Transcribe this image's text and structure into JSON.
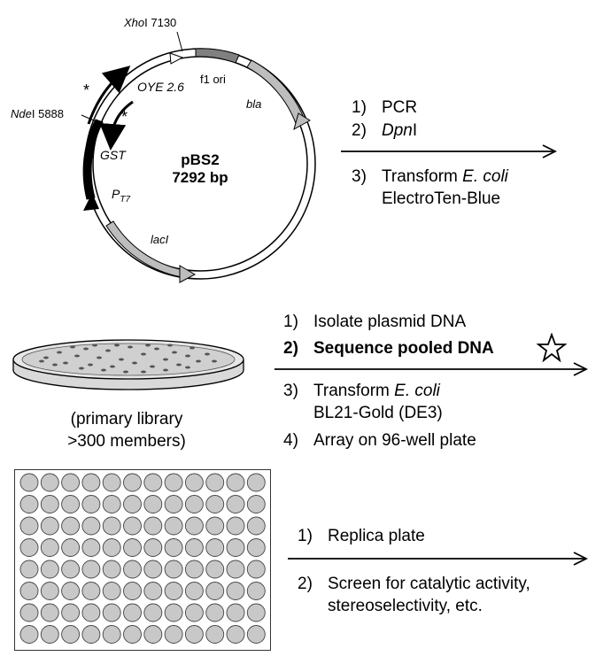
{
  "plasmid": {
    "name": "pBS2",
    "size": "7292 bp",
    "features": {
      "xhoi": "XhoI 7130",
      "ndei": "NdeI 5888",
      "oye": "OYE 2.6",
      "f1ori": "f1 ori",
      "bla": "bla",
      "gst": "GST",
      "promoter_main": "P",
      "promoter_sub": "T7",
      "laci": "lacI",
      "primer_mark_1": "*",
      "primer_mark_2": "*"
    }
  },
  "step_group_1": {
    "steps": [
      {
        "num": "1)",
        "text": "PCR"
      },
      {
        "num": "2)",
        "text_italic": "Dpn",
        "text_rest": "I"
      },
      {
        "num": "3)",
        "text_prefix": "Transform ",
        "text_italic": "E. coli",
        "line2": "ElectroTen-Blue"
      }
    ]
  },
  "library": {
    "caption_line1": "(primary library",
    "caption_line2": ">300 members)"
  },
  "step_group_2": {
    "steps": [
      {
        "num": "1)",
        "text": "Isolate plasmid DNA"
      },
      {
        "num": "2)",
        "text": "Sequence pooled DNA"
      },
      {
        "num": "3)",
        "text_prefix": "Transform ",
        "text_italic": "E. coli",
        "line2": "BL21-Gold (DE3)"
      },
      {
        "num": "4)",
        "text": "Array on 96-well plate"
      }
    ]
  },
  "well_plate": {
    "rows": 8,
    "columns": 12,
    "well_color": "#c8c8c8"
  },
  "step_group_3": {
    "steps": [
      {
        "num": "1)",
        "text": "Replica plate"
      },
      {
        "num": "2)",
        "text": "Screen for catalytic activity,",
        "line2": "stereoselectivity, etc."
      }
    ]
  }
}
